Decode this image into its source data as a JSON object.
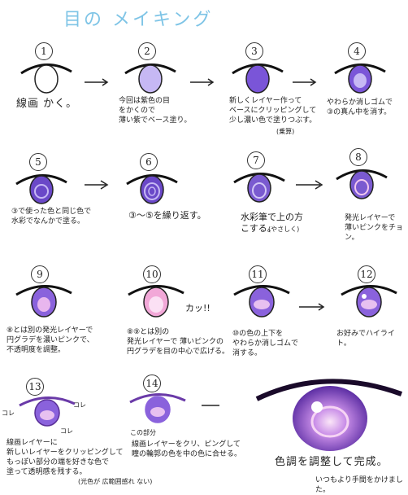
{
  "title": "目の メイキング",
  "steps": [
    {
      "num": "1",
      "caption": "線画 かく。"
    },
    {
      "num": "2",
      "caption": "今回は紫色の目\nをかくので\n薄い紫でベース塗り。"
    },
    {
      "num": "3",
      "caption": "新しくレイヤー作って\nベースにクリッピングして\n少し濃い色で塗りつぶす。",
      "note": "(乗算)"
    },
    {
      "num": "4",
      "caption": "やわらか消しゴムで\n③の真ん中を消す。"
    },
    {
      "num": "5",
      "caption": "③で使った色と同じ色で\n水彩でなんかで塗る。"
    },
    {
      "num": "6",
      "caption": "③～⑤を繰り返す。"
    },
    {
      "num": "7",
      "caption": "水彩筆で上の方\nこする。",
      "note": "(やさしく)"
    },
    {
      "num": "8",
      "caption": "発光レイヤーで\n薄いピンクをチョン。"
    },
    {
      "num": "9",
      "caption": "⑧とは別の発光レイヤーで\n円グラデを濃いピンクで、\n不透明度を調整。"
    },
    {
      "num": "10",
      "caption": "⑧⑨とは別の\n発光レイヤーで 薄いピンクの\n円グラデを目の中心で広げる。",
      "sfx": "カッ!!"
    },
    {
      "num": "11",
      "caption": "⑩の色の上下を\nやわらか消しゴムで\n消する。"
    },
    {
      "num": "12",
      "caption": "お好みでハイライト。"
    },
    {
      "num": "13",
      "caption": "線画レイヤーに\n新しいレイヤーをクリッピングして\nもっぽい部分の端を好きな色で\n塗って透明感を残する。",
      "note": "(光色が 広範囲感れ ない)",
      "side_labels": [
        "コレ",
        "コレ",
        "コレ"
      ]
    },
    {
      "num": "14",
      "caption": "線画レイヤーをクリ、ピングして\n瞳の輪郭の色を中の色に合せる。",
      "note": "この部分"
    }
  ],
  "final": {
    "caption": "色調を調整して完成。",
    "footer": "いつもより手間をかけました。"
  },
  "colors": {
    "title": "#7ec4e6",
    "eye_dark": "#3a1a6e",
    "eye_mid": "#7a55d8",
    "eye_light": "#c6b8f4",
    "pink": "#f2a8d8"
  }
}
